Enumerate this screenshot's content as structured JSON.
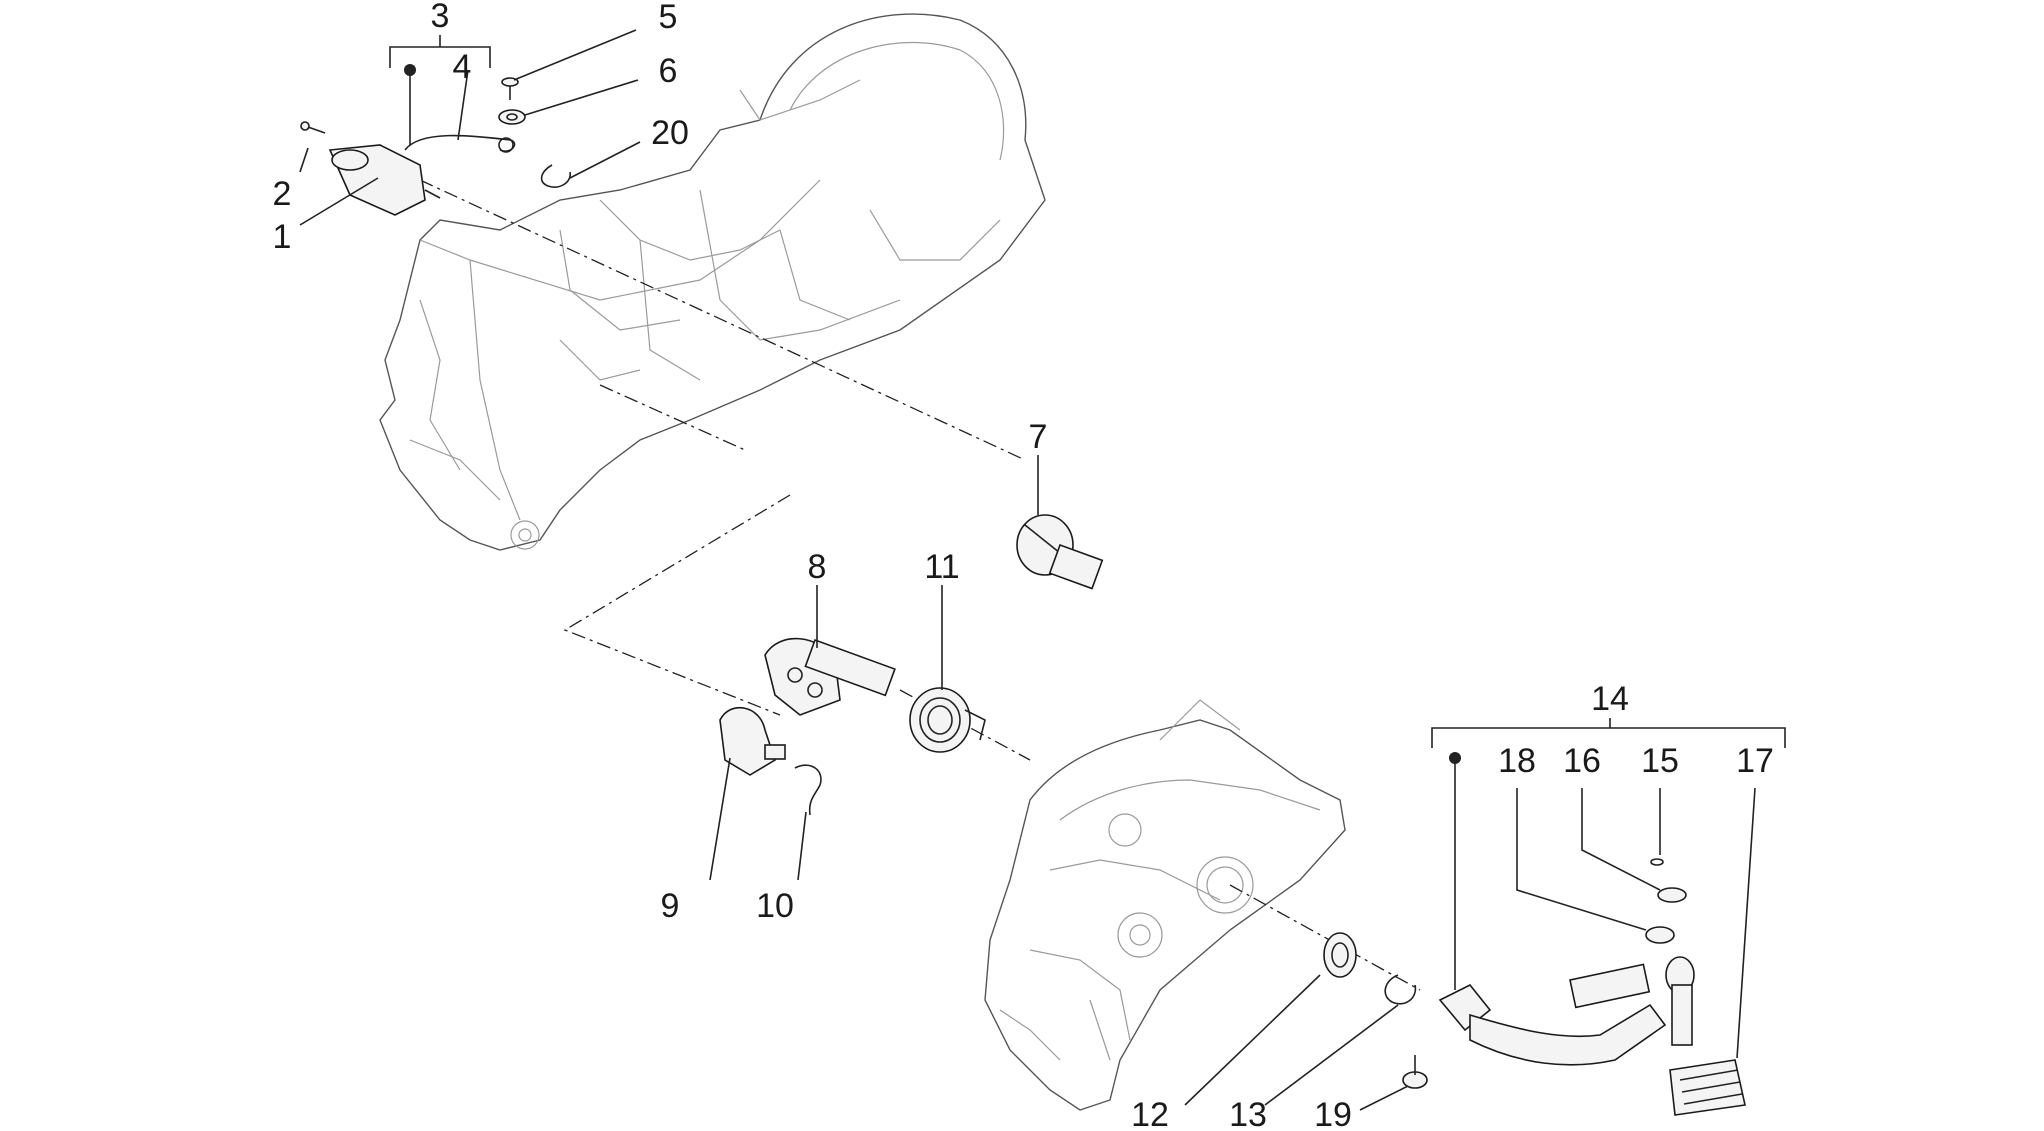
{
  "callouts": [
    {
      "id": "1",
      "label": "1"
    },
    {
      "id": "2",
      "label": "2"
    },
    {
      "id": "3",
      "label": "3"
    },
    {
      "id": "4",
      "label": "4"
    },
    {
      "id": "5",
      "label": "5"
    },
    {
      "id": "6",
      "label": "6"
    },
    {
      "id": "20",
      "label": "20"
    },
    {
      "id": "7",
      "label": "7"
    },
    {
      "id": "8",
      "label": "8"
    },
    {
      "id": "11",
      "label": "11"
    },
    {
      "id": "9",
      "label": "9"
    },
    {
      "id": "10",
      "label": "10"
    },
    {
      "id": "14",
      "label": "14"
    },
    {
      "id": "18",
      "label": "18"
    },
    {
      "id": "16",
      "label": "16"
    },
    {
      "id": "15",
      "label": "15"
    },
    {
      "id": "17",
      "label": "17"
    },
    {
      "id": "12",
      "label": "12"
    },
    {
      "id": "13",
      "label": "13"
    },
    {
      "id": "19",
      "label": "19"
    }
  ],
  "colors": {
    "line": "#222222",
    "outline": "#555555",
    "background": "#ffffff"
  }
}
